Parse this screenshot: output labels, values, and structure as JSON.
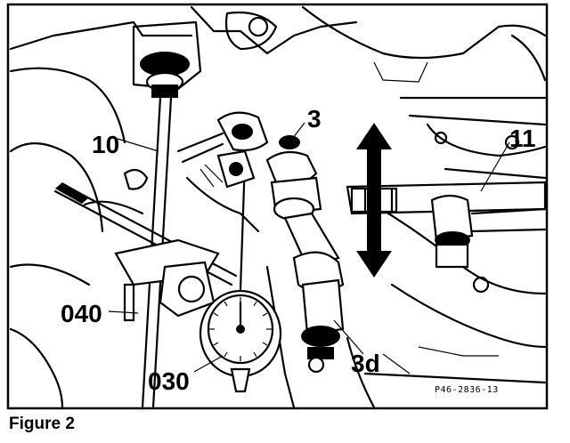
{
  "figure": {
    "caption": "Figure 2",
    "reference_code": "P46-2836-13"
  },
  "callouts": {
    "c3": "3",
    "c10": "10",
    "c11": "11",
    "c040": "040",
    "c030": "030",
    "c3d": "3d"
  },
  "icons": {
    "arrow": "double-vertical-arrow-icon",
    "gauge": "dial-gauge-icon"
  }
}
